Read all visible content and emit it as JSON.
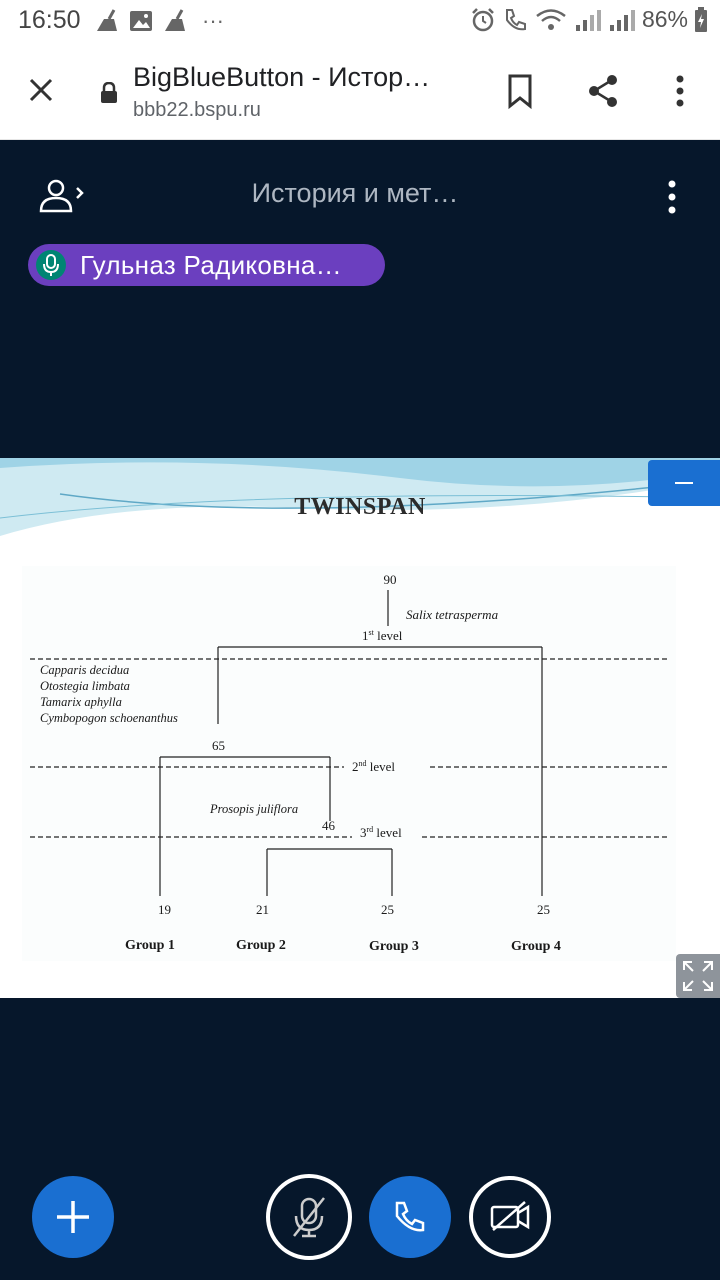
{
  "status_bar": {
    "time": "16:50",
    "more": "···",
    "battery": "86%"
  },
  "browser": {
    "title": "BigBlueButton - Истор…",
    "url": "bbb22.bspu.ru"
  },
  "bbb": {
    "room_title": "История и мет…",
    "talking_user": "Гульназ Радиковна…"
  },
  "slide": {
    "title": "TWINSPAN"
  },
  "chart_data": {
    "type": "dendrogram",
    "title": "TWINSPAN",
    "root_value": "90",
    "root_species": "Salix tetrasperma",
    "level_labels": [
      "1st level",
      "2nd level",
      "3rd level"
    ],
    "level_label_base": [
      "1",
      "2",
      "3"
    ],
    "level_label_sup": [
      "st",
      "nd",
      "rd"
    ],
    "level_label_word": "level",
    "node_values": [
      "65",
      "46"
    ],
    "node_species": [
      "Prosopis juliflora"
    ],
    "branch_species": [
      "Capparis decidua",
      "Otostegia limbata",
      "Tamarix aphylla",
      "Cymbopogon schoenanthus"
    ],
    "leaf_values": [
      "19",
      "21",
      "25",
      "25"
    ],
    "groups": [
      "Group 1",
      "Group 2",
      "Group 3",
      "Group 4"
    ]
  },
  "icons": {
    "close": "close-icon",
    "lock": "lock-icon",
    "bookmark": "bookmark-icon",
    "share": "share-icon",
    "menu": "more-vert-icon",
    "user": "user-list-icon",
    "mic": "microphone-icon",
    "minimize": "minimize-icon",
    "fullscreen": "fullscreen-icon",
    "add": "plus-icon",
    "mute": "mic-muted-icon",
    "phone": "phone-icon",
    "camera": "camera-off-icon"
  },
  "colors": {
    "background": "#06172b",
    "primary": "#1a6fd1",
    "talker": "#6b3fbf",
    "talker_mic": "#008573"
  }
}
